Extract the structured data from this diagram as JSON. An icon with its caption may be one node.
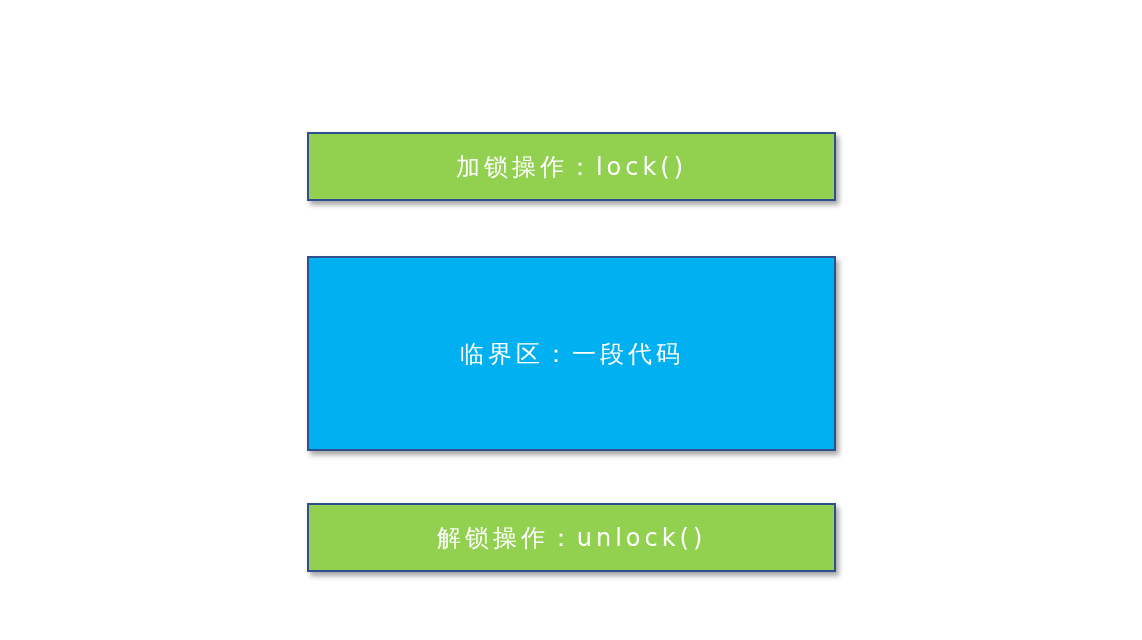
{
  "diagram": {
    "nodes": [
      {
        "text": [
          "加锁操作：lock()"
        ]
      },
      {
        "text": [
          "临界区：一段代码"
        ]
      },
      {
        "text": [
          "解锁操作：unlock()"
        ]
      }
    ],
    "edges": []
  }
}
